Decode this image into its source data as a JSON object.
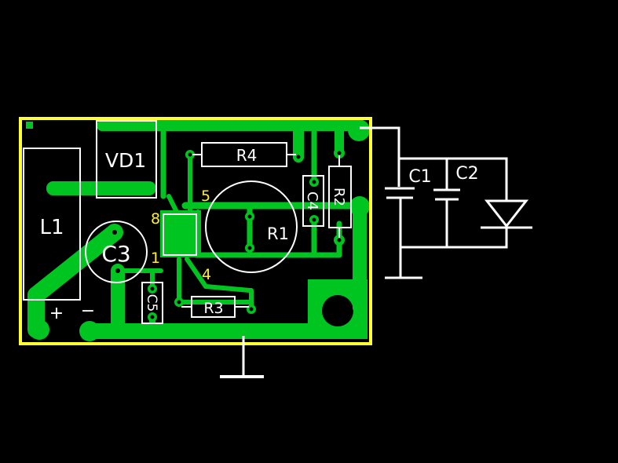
{
  "colors": {
    "background": "#000000",
    "copper": "#00c41f",
    "outline": "#ffff33",
    "silkscreen": "#ffffff",
    "pin_label": "#ffee33"
  },
  "components": {
    "vd1": "VD1",
    "l1": "L1",
    "c3": "C3",
    "r4": "R4",
    "r1": "R1",
    "c4": "C4",
    "r2": "R2",
    "c5": "C5",
    "r3": "R3",
    "c1": "C1",
    "c2": "C2"
  },
  "pins": {
    "p8": "8",
    "p5": "5",
    "p1": "1",
    "p4": "4"
  },
  "polarity": {
    "plus": "+",
    "minus": "−"
  }
}
